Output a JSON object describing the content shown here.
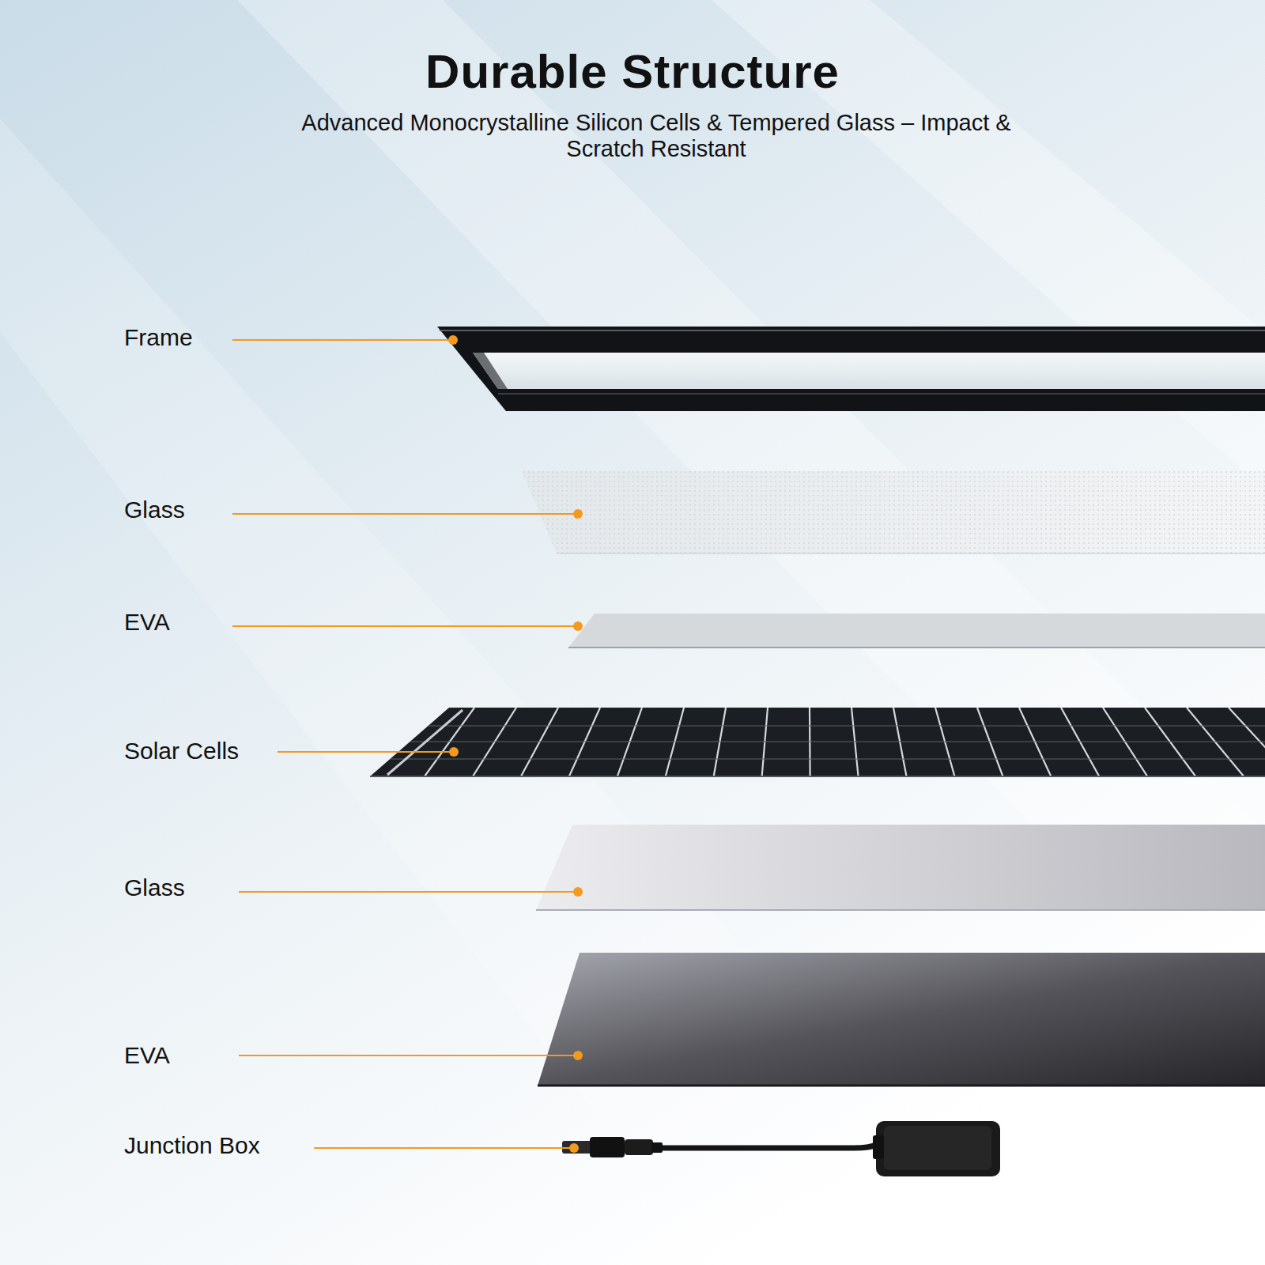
{
  "diagram": {
    "title": "Durable Structure",
    "labels": [
      "Advanced Monocrystalline Silicon Cells & Tempered Glass – Impact & Scratch Resistant",
      "Frame",
      "Glass",
      "EVA",
      "Solar Cells",
      "Glass",
      "EVA",
      "Junction Box"
    ]
  }
}
